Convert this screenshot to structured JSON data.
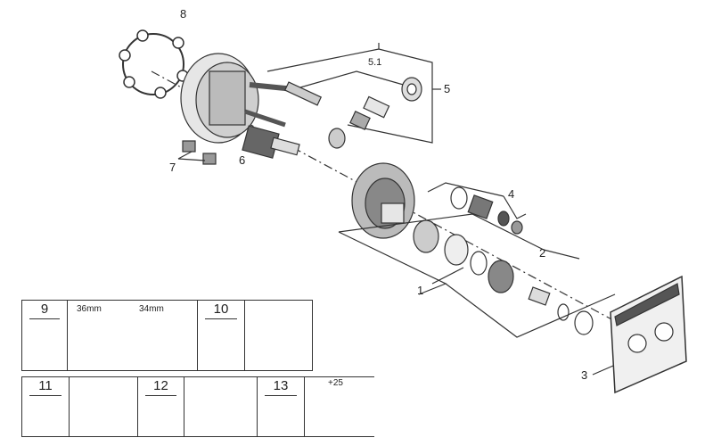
{
  "callouts": {
    "c8": "8",
    "c5_1": "5.1",
    "c5": "5",
    "c7": "7",
    "c6": "6",
    "c4": "4",
    "c2": "2",
    "c1": "1",
    "c3": "3"
  },
  "panel_top": {
    "c9": "9",
    "size36": "36mm",
    "size34": "34mm",
    "c10": "10"
  },
  "panel_bottom": {
    "c11": "11",
    "c12": "12",
    "c13": "13",
    "offset": "+25"
  },
  "colors": {
    "stroke": "#333333",
    "part_fill": "#d8d8d8",
    "dark": "#444444"
  }
}
